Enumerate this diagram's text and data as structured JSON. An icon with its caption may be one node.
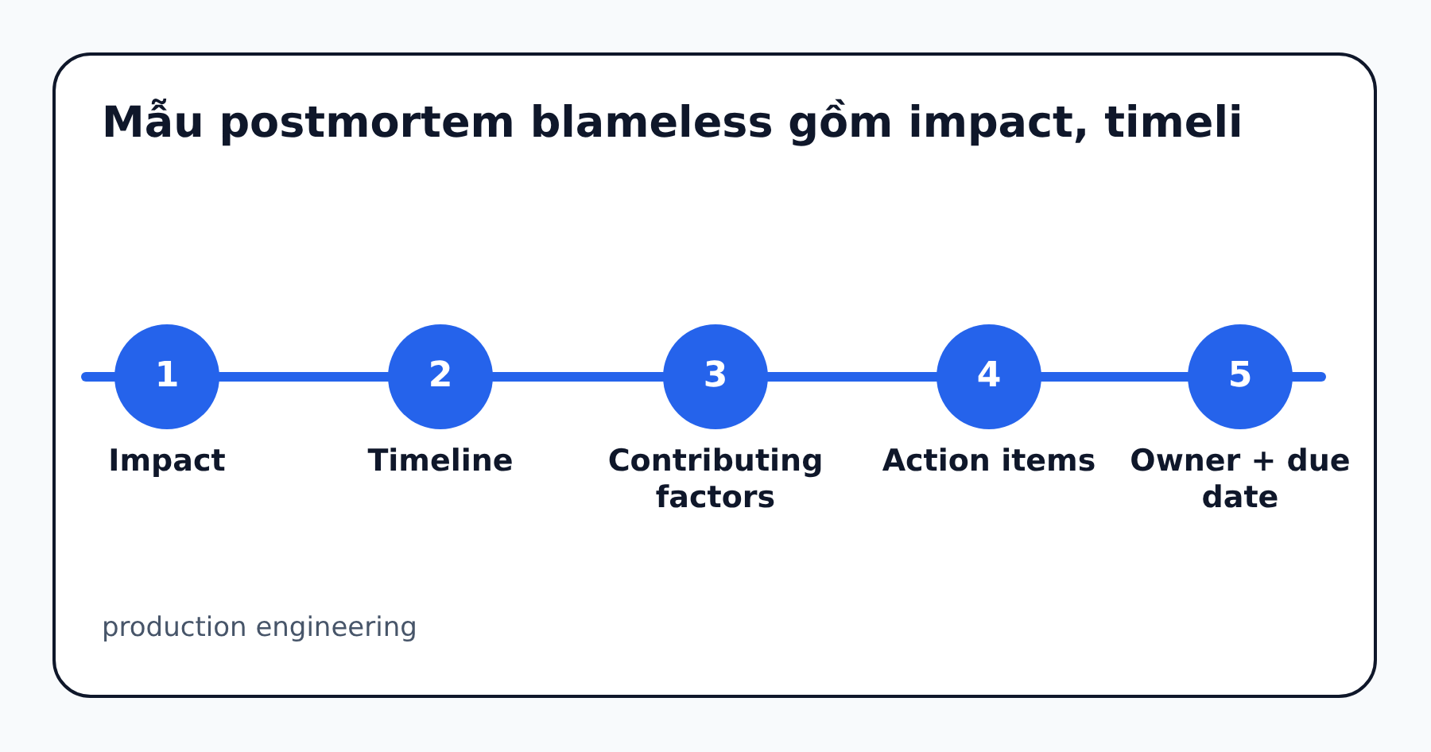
{
  "diagram": {
    "title": "Mẫu postmortem blameless gồm impact, timeli",
    "caption": "production engineering",
    "nodes": [
      {
        "text": [
          "1"
        ],
        "beside": [
          "Impact"
        ]
      },
      {
        "text": [
          "2"
        ],
        "beside": [
          "Timeline"
        ]
      },
      {
        "text": [
          "3"
        ],
        "beside": [
          "Contributing factors"
        ]
      },
      {
        "text": [
          "4"
        ],
        "beside": [
          "Action items"
        ]
      },
      {
        "text": [
          "5"
        ],
        "beside": [
          "Owner + due date"
        ]
      }
    ],
    "edges": [
      {
        "from": null,
        "to": 0,
        "arrow": "none"
      },
      {
        "from": 0,
        "to": 1,
        "arrow": "none"
      },
      {
        "from": 1,
        "to": 2,
        "arrow": "none"
      },
      {
        "from": 2,
        "to": 3,
        "arrow": "none"
      },
      {
        "from": 3,
        "to": 4,
        "arrow": "none"
      },
      {
        "from": 4,
        "to": null,
        "arrow": "none"
      }
    ]
  }
}
